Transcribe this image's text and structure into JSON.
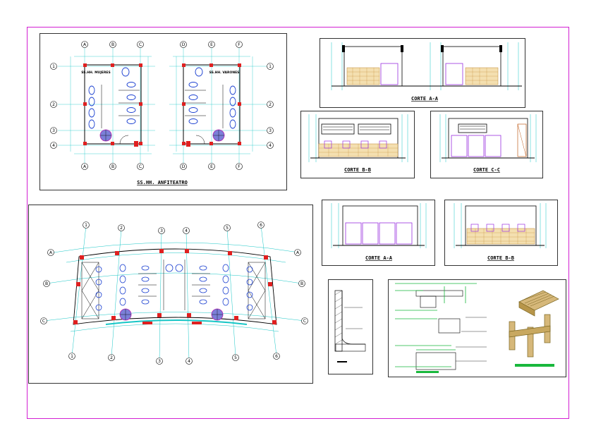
{
  "plan_top": {
    "title": "SS.HH. ANFITEATRO",
    "room_left": "SS.HH. MUJERES",
    "room_right": "SS.HH. VARONES",
    "cols_left": [
      "A",
      "B",
      "C"
    ],
    "cols_right": [
      "D",
      "E",
      "F"
    ],
    "rows": [
      "1",
      "2",
      "3",
      "4"
    ]
  },
  "plan_bottom": {
    "rows": [
      "A",
      "B",
      "C"
    ],
    "cols": [
      "1",
      "2",
      "3",
      "4",
      "5",
      "6"
    ]
  },
  "sections": {
    "aa_top": "CORTE A-A",
    "bb_top": "CORTE B-B",
    "cc": "CORTE C-C",
    "aa_bottom": "CORTE A-A",
    "bb_bottom": "CORTE B-B"
  },
  "colors": {
    "border": "#d21fd2",
    "frame": "#000000",
    "wall": "#e02020",
    "fixture": "#1a3fd0",
    "grid": "#17c6c6",
    "tile": "#c08830",
    "partition": "#9a2fe0",
    "bench": "#7a6520",
    "detail": "#19b83c"
  }
}
